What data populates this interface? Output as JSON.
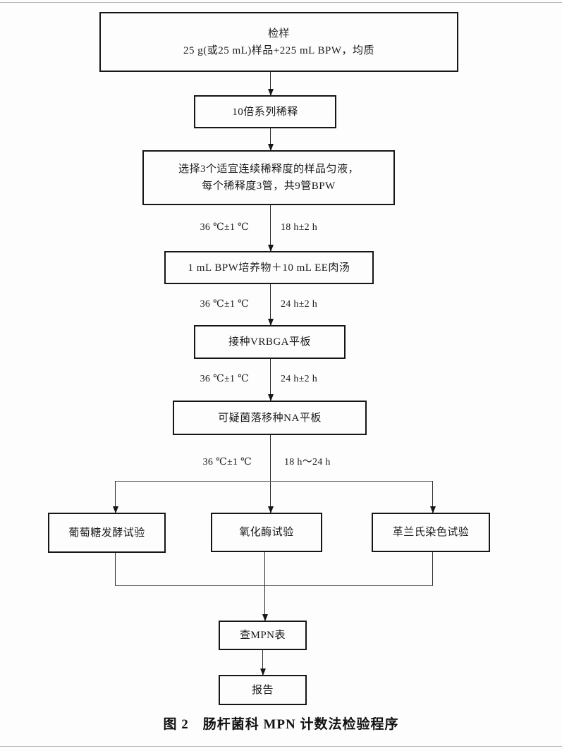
{
  "figure": {
    "caption": "图 2　肠杆菌科 MPN 计数法检验程序"
  },
  "nodes": {
    "sample": {
      "line1": "检样",
      "line2": "25 g(或25 mL)样品+225 mL BPW，均质"
    },
    "dilution": {
      "label": "10倍系列稀释"
    },
    "select": {
      "line1": "选择3个适宜连续稀释度的样品匀液，",
      "line2": "每个稀释度3管，共9管BPW"
    },
    "enrich": {
      "label": "1 mL BPW培养物＋10 mL EE肉汤"
    },
    "vrbga": {
      "label": "接种VRBGA平板"
    },
    "na": {
      "label": "可疑菌落移种NA平板"
    },
    "glucose": {
      "label": "葡萄糖发酵试验"
    },
    "oxidase": {
      "label": "氧化酶试验"
    },
    "gram": {
      "label": "革兰氏染色试验"
    },
    "mpn": {
      "label": "查MPN表"
    },
    "report": {
      "label": "报告"
    }
  },
  "edge_labels": {
    "step1": {
      "temp": "36 ℃±1 ℃",
      "time": "18 h±2 h"
    },
    "step2": {
      "temp": "36 ℃±1 ℃",
      "time": "24 h±2 h"
    },
    "step3": {
      "temp": "36 ℃±1 ℃",
      "time": "24 h±2 h"
    },
    "step4": {
      "temp": "36 ℃±1 ℃",
      "time": "18 h～24 h"
    }
  },
  "colors": {
    "box_border": "#161616",
    "line": "#2a2a2a",
    "page_edge": "#b9b9b9",
    "background": "#fdfdfd"
  }
}
